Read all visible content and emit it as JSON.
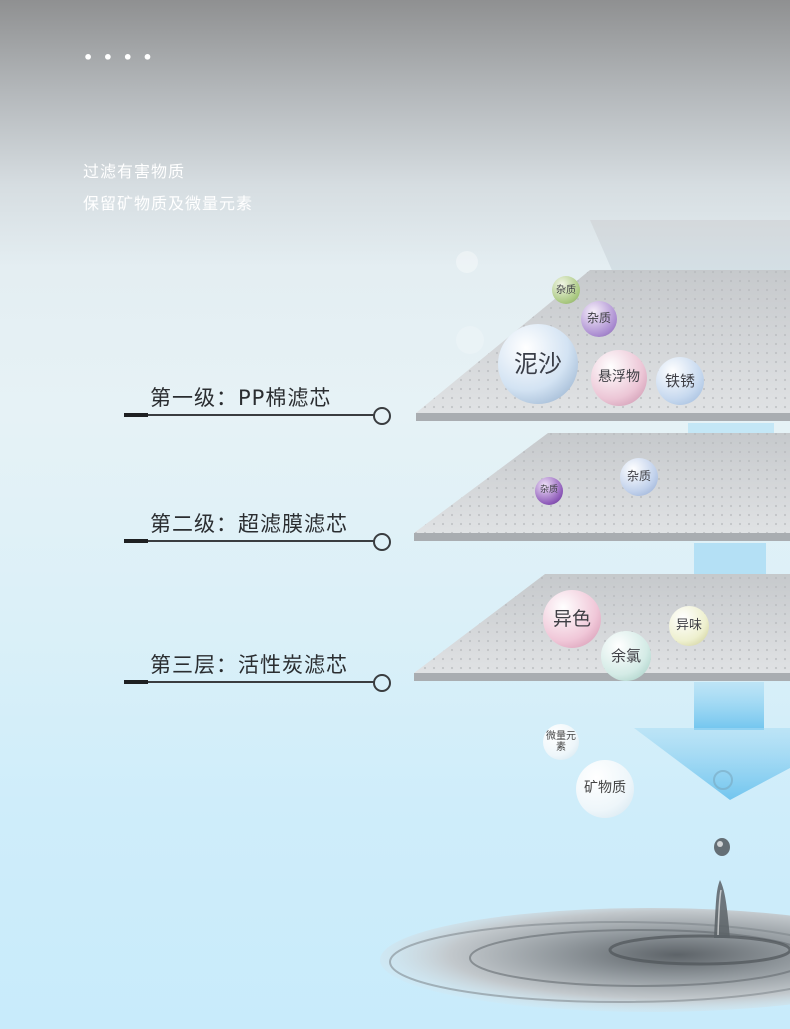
{
  "header": {
    "dots": "• • • •",
    "line1": "过滤有害物质",
    "line2": "保留矿物质及微量元素"
  },
  "stages": [
    {
      "label": "第一级：PP棉滤芯"
    },
    {
      "label": "第二级：超滤膜滤芯"
    },
    {
      "label": "第三层：活性炭滤芯"
    }
  ],
  "particles": {
    "layer1": [
      "杂质",
      "杂质",
      "泥沙",
      "悬浮物",
      "铁锈"
    ],
    "layer2": [
      "杂质",
      "杂质"
    ],
    "layer3": [
      "异色",
      "异味",
      "余氯"
    ],
    "output": [
      "微量元素",
      "矿物质"
    ]
  },
  "colors": {
    "arrow": "#8ccff0",
    "water": "#6d7378",
    "layer_top": "#d4d6d8",
    "layer_edge": "#a9adb1"
  }
}
